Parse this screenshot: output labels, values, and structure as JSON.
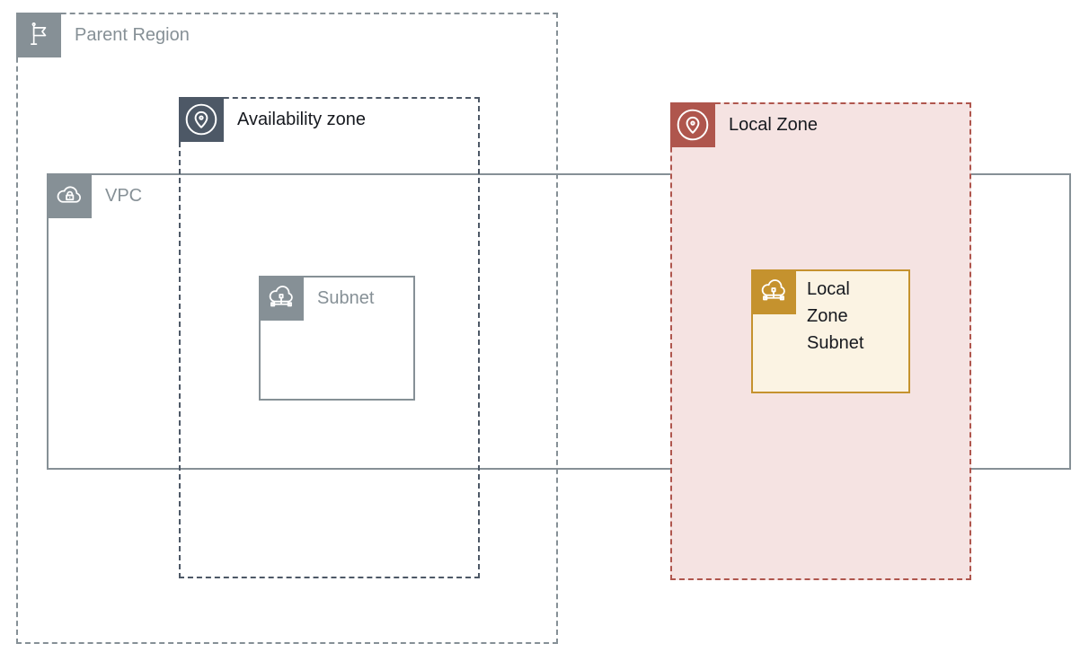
{
  "diagram": {
    "type": "aws-architecture-diagram",
    "background": "#FFFFFF"
  },
  "zones": {
    "parent_region": {
      "label": "Parent Region",
      "icon": "flag-icon",
      "border_style": "dashed",
      "border_color": "#869096",
      "fill": "none"
    },
    "availability_zone": {
      "label": "Availability zone",
      "icon": "location-pin-icon",
      "border_style": "dashed",
      "border_color": "#4D5866",
      "fill": "none"
    },
    "local_zone": {
      "label": "Local Zone",
      "icon": "location-pin-icon",
      "border_style": "dashed",
      "border_color": "#AF564D",
      "fill": "#F5E3E2"
    },
    "vpc": {
      "label": "VPC",
      "icon": "vpc-cloud-lock-icon",
      "border_style": "solid",
      "border_color": "#869096",
      "fill": "none"
    },
    "subnet": {
      "label": "Subnet",
      "icon": "subnet-network-icon",
      "border_style": "solid",
      "border_color": "#869096",
      "fill": "#FFFFFF"
    },
    "local_zone_subnet": {
      "label": "Local Zone Subnet",
      "icon": "subnet-network-icon",
      "border_style": "solid",
      "border_color": "#C5922E",
      "fill": "#FBF3E3"
    }
  },
  "colors": {
    "gray": "#869096",
    "dark_slate": "#4D5866",
    "brick_red": "#AF564D",
    "pink_fill": "#F5E3E2",
    "gold": "#C5922E",
    "cream_fill": "#FBF3E3",
    "gray_text": "#869096",
    "dark_text": "#16191F",
    "icon_glyph": "#FFFFFF"
  }
}
